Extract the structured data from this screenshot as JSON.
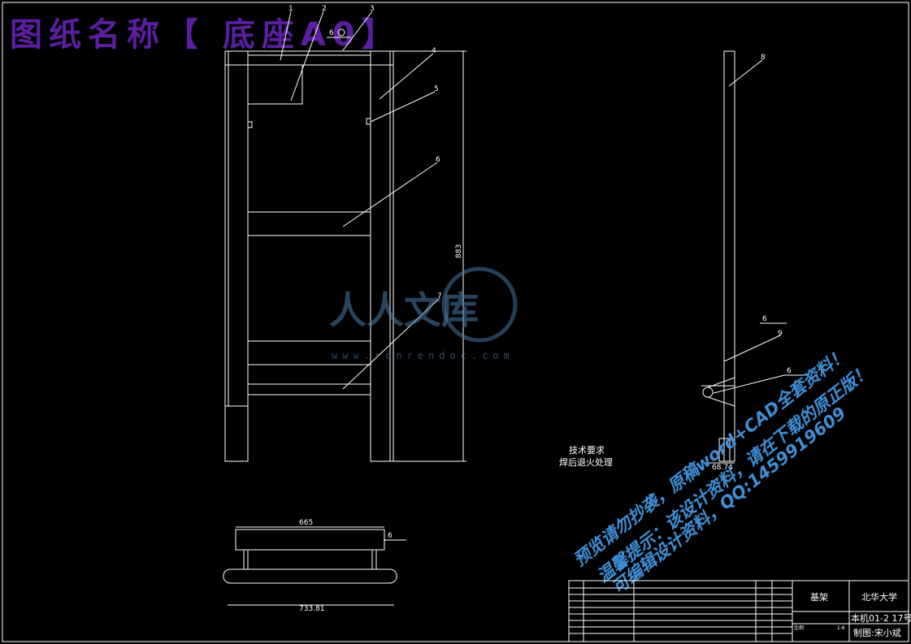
{
  "drawing": {
    "title": "图纸名称【 底座A0】",
    "part_numbers": [
      "1",
      "2",
      "3",
      "4",
      "5",
      "6",
      "7",
      "8",
      "9"
    ],
    "dimensions": {
      "height": "883",
      "top_width": "665",
      "bottom_width": "733.81",
      "side_bottom": "68.74"
    },
    "weld_symbols": [
      "6",
      "6",
      "6",
      "6"
    ],
    "notes_title": "技术要求",
    "notes_body": "焊后退火处理"
  },
  "watermark": {
    "logo_text": "人人文库",
    "url_text": "www.renrendoc.com",
    "line1": "预览请勿抄袭，原稿word+CAD全套资料！",
    "line2": "温馨提示：该设计资料，请在下载的原正版！",
    "line3": "可编辑设计资料，QQ:1459919609"
  },
  "title_block": {
    "school": "北华大学",
    "part_name": "基架",
    "class_code": "本机01-2 17号",
    "drawn_by": "制图:宋小斌",
    "scale_label": "比例",
    "scale_value": "1:6"
  }
}
